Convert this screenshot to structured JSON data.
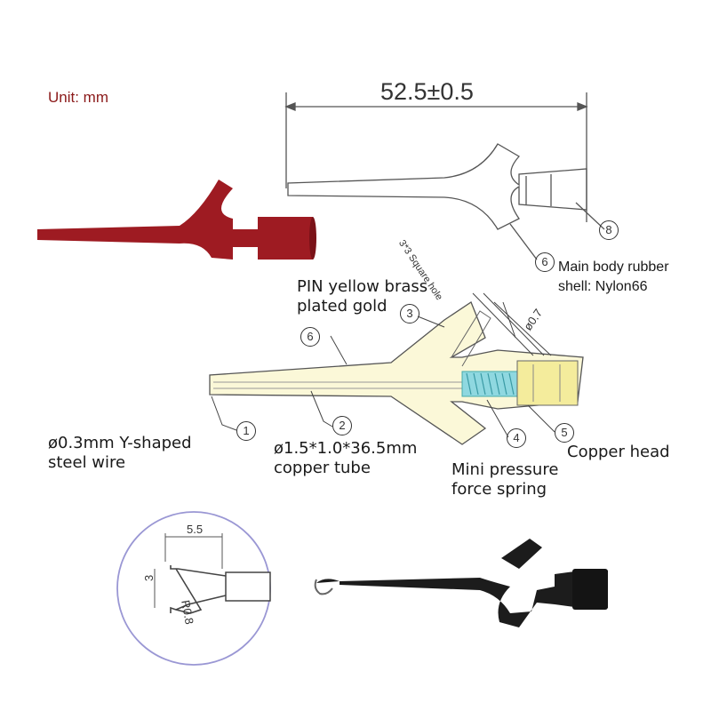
{
  "unit": "Unit: mm",
  "dimensions": {
    "overall_length": "52.5±0.5",
    "square_hole": "3*3 Square hole",
    "diameter_07": "ø0.7",
    "hook_width": "5.5",
    "hook_gap": "3",
    "hook_radius": "R0.8"
  },
  "callouts": {
    "n1": "1",
    "n2": "2",
    "n3": "3",
    "n4": "4",
    "n5": "5",
    "n6": "6",
    "n8": "8"
  },
  "labels": {
    "main_body_1": "Main body rubber",
    "main_body_2": "shell: Nylon66",
    "pin_1": "PIN yellow brass",
    "pin_2": "plated gold",
    "wire_1": "ø0.3mm Y-shaped",
    "wire_2": "steel wire",
    "tube_1": "ø1.5*1.0*36.5mm",
    "tube_2": "copper tube",
    "spring_1": "Mini pressure",
    "spring_2": "force spring",
    "copper_head": "Copper head"
  },
  "colors": {
    "unit_text": "#8b1a1a",
    "red_probe": "#9e1b22",
    "black_probe": "#1c1c1c",
    "spring": "#8fd8e0",
    "brass": "#e8d870",
    "circle_border": "#9a97d4"
  }
}
